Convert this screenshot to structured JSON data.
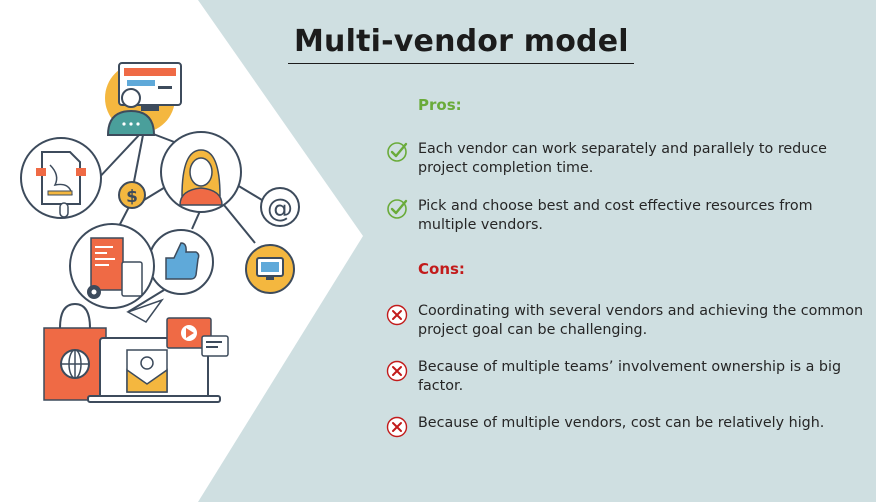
{
  "slide": {
    "title": "Multi-vendor model",
    "pros_heading": "Pros:",
    "cons_heading": "Cons:",
    "pros": [
      "Each vendor can work separately and parallely to reduce project completion time.",
      "Pick and choose best and cost effective resources from multiple vendors."
    ],
    "cons": [
      "Coordinating with several vendors and achieving the common project goal can be challenging.",
      "Because of multiple teams’ involvement ownership is a big factor.",
      "Because of multiple vendors, cost can be relatively high."
    ]
  },
  "illustration": {
    "dollar_symbol": "$",
    "at_symbol": "@"
  },
  "colors": {
    "background": "#cfdfe1",
    "panel": "#ffffff",
    "pros": "#6aab3a",
    "cons": "#c21b1b",
    "accent_orange": "#ef6a45",
    "accent_yellow": "#f4b73f",
    "accent_blue": "#5fa9d9",
    "accent_teal": "#4a9f9b",
    "line_dark": "#3d4b5c"
  }
}
